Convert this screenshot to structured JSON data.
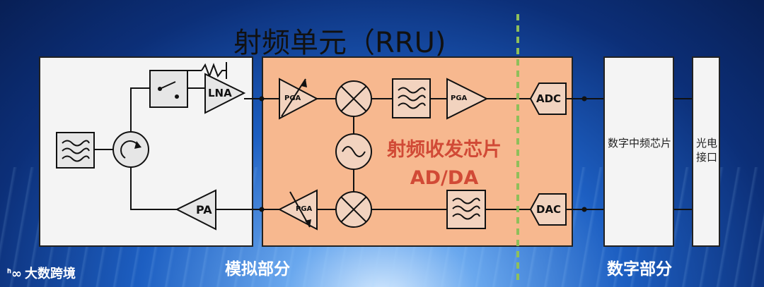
{
  "title": "射频单元（RRU)",
  "analog_section_label": "模拟部分",
  "digital_section_label": "数字部分",
  "chip_label_line1": "射频收发芯片",
  "chip_label_line2": "AD/DA",
  "digital_if_chip_label": "数字中频芯片",
  "optical_interface_label": "光电接口",
  "blocks": {
    "lna": "LNA",
    "pa": "PA",
    "pga_rx": "PGA",
    "pga_rx2": "PGA",
    "pga_tx": "PGA",
    "adc": "ADC",
    "dac": "DAC"
  },
  "brand": {
    "logo": "ᑋ∞",
    "text": "大数跨境"
  },
  "colors": {
    "chip_fill": "#f7b88f",
    "chip_text": "#d14a36",
    "divider": "#8fbf5a"
  }
}
